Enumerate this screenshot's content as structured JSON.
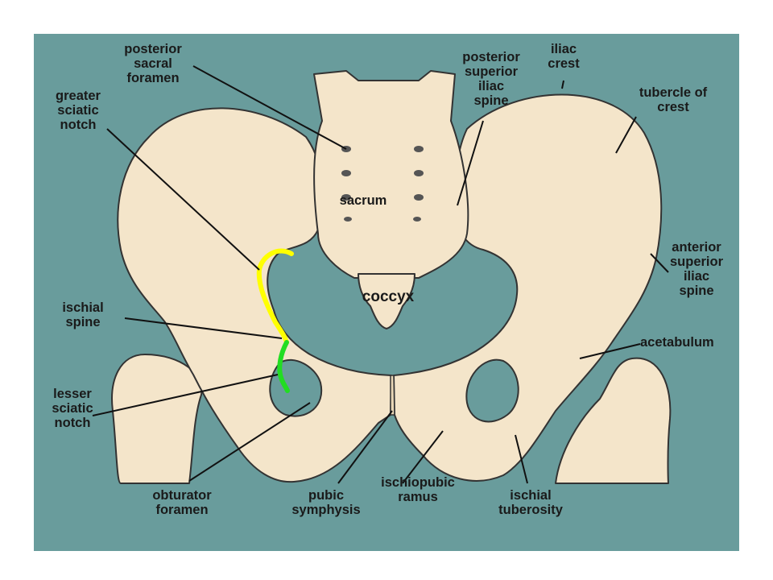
{
  "colors": {
    "background": "#699c9c",
    "bone": "#f4e5ca",
    "outline": "#333333",
    "greater_notch_highlight": "#ffff00",
    "lesser_notch_highlight": "#22dd22"
  },
  "labels": {
    "posterior_sacral_foramen": "posterior\nsacral\nforamen",
    "greater_sciatic_notch": "greater\nsciatic\nnotch",
    "posterior_superior_iliac_spine": "posterior\nsuperior\niliac\nspine",
    "iliac_crest": "iliac\ncrest",
    "tubercle_of_crest": "tubercle of\ncrest",
    "sacrum": "sacrum",
    "coccyx": "coccyx",
    "anterior_superior_iliac_spine": "anterior\nsuperior\niliac\nspine",
    "ischial_spine": "ischial\nspine",
    "acetabulum": "acetabulum",
    "lesser_sciatic_notch": "lesser\nsciatic\nnotch",
    "obturator_foramen": "obturator\nforamen",
    "pubic_symphysis": "pubic\nsymphysis",
    "ischiopubic_ramus": "ischiopubic\nramus",
    "ischial_tuberosity": "ischial\ntuberosity"
  }
}
